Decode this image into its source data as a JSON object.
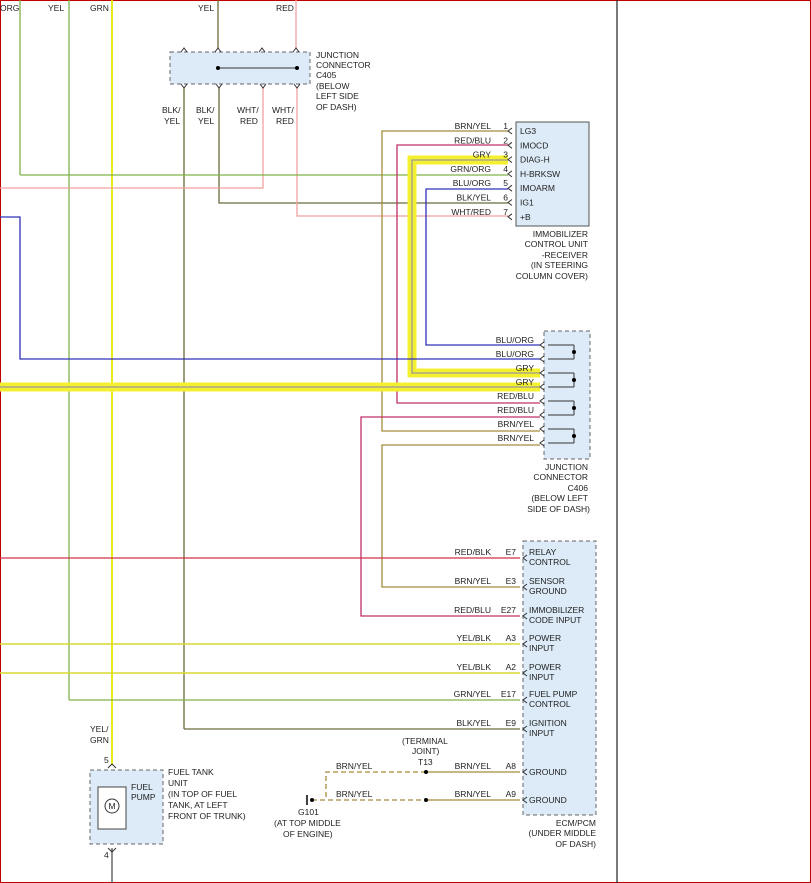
{
  "colors": {
    "frame": "#c00000",
    "yel": "#e8e800",
    "grn": "#7fb24a",
    "red": "#f2a0a0",
    "blk_yel": "#6b6b3a",
    "brn_yel": "#a38c3c",
    "red_blu": "#c0306a",
    "blu_org": "#3030b8",
    "gry": "#9a9a9a",
    "highlight": "#f4f030",
    "red_blk": "#d0304a",
    "yel_blk": "#d8d830",
    "grn_yel": "#7fb24a",
    "box_fill": "#dcebf7"
  },
  "top_labels": {
    "org": "ORG",
    "yel1": "YEL",
    "grn": "GRN",
    "yel2": "YEL",
    "red": "RED"
  },
  "c405": {
    "title": [
      "JUNCTION",
      "CONNECTOR",
      "C405",
      "(BELOW",
      "LEFT SIDE",
      "OF DASH)"
    ],
    "pin_labels": [
      [
        "BLK/",
        "YEL"
      ],
      [
        "BLK/",
        "YEL"
      ],
      [
        "WHT/",
        "RED"
      ],
      [
        "WHT/",
        "RED"
      ]
    ]
  },
  "immobilizer": {
    "title": [
      "IMMOBILIZER",
      "CONTROL UNIT",
      "-RECEIVER",
      "(IN STEERING",
      "COLUMN COVER)"
    ],
    "pins": [
      {
        "num": "1",
        "wire": "BRN/YEL",
        "name": "LG3"
      },
      {
        "num": "2",
        "wire": "RED/BLU",
        "name": "IMOCD"
      },
      {
        "num": "3",
        "wire": "GRY",
        "name": "DIAG-H"
      },
      {
        "num": "4",
        "wire": "GRN/ORG",
        "name": "H-BRKSW"
      },
      {
        "num": "5",
        "wire": "BLU/ORG",
        "name": "IMOARM"
      },
      {
        "num": "6",
        "wire": "BLK/YEL",
        "name": "IG1"
      },
      {
        "num": "7",
        "wire": "WHT/RED",
        "name": "+B"
      }
    ]
  },
  "c406": {
    "title": [
      "JUNCTION",
      "CONNECTOR",
      "C406",
      "(BELOW LEFT",
      "SIDE OF DASH)"
    ],
    "wires": [
      "BLU/ORG",
      "BLU/ORG",
      "GRY",
      "GRY",
      "RED/BLU",
      "RED/BLU",
      "BRN/YEL",
      "BRN/YEL"
    ]
  },
  "ecm": {
    "title": [
      "ECM/PCM",
      "(UNDER MIDDLE",
      "OF DASH)"
    ],
    "pins": [
      {
        "num": "E7",
        "wire": "RED/BLK",
        "name": [
          "RELAY",
          "CONTROL"
        ]
      },
      {
        "num": "E3",
        "wire": "BRN/YEL",
        "name": [
          "SENSOR",
          "GROUND"
        ]
      },
      {
        "num": "E27",
        "wire": "RED/BLU",
        "name": [
          "IMMOBILIZER",
          "CODE INPUT"
        ]
      },
      {
        "num": "A3",
        "wire": "YEL/BLK",
        "name": [
          "POWER",
          "INPUT"
        ]
      },
      {
        "num": "A2",
        "wire": "YEL/BLK",
        "name": [
          "POWER",
          "INPUT"
        ]
      },
      {
        "num": "E17",
        "wire": "GRN/YEL",
        "name": [
          "FUEL PUMP",
          "CONTROL"
        ]
      },
      {
        "num": "E9",
        "wire": "BLK/YEL",
        "name": [
          "IGNITION",
          "INPUT"
        ]
      },
      {
        "num": "A8",
        "wire": "BRN/YEL",
        "name": [
          "GROUND"
        ]
      },
      {
        "num": "A9",
        "wire": "BRN/YEL",
        "name": [
          "GROUND"
        ]
      }
    ]
  },
  "fuel_tank": {
    "title": [
      "FUEL TANK",
      "UNIT",
      "(IN TOP OF FUEL",
      "TANK, AT LEFT",
      "FRONT OF TRUNK)"
    ],
    "inner": [
      "FUEL",
      "PUMP"
    ],
    "motor": "M",
    "pin_top": "5",
    "pin_bottom": "4",
    "wire": [
      "YEL/",
      "GRN"
    ]
  },
  "ground": {
    "terminal_joint": [
      "(TERMINAL",
      "JOINT)",
      "T13"
    ],
    "g101": [
      "G101",
      "(AT TOP MIDDLE",
      "OF ENGINE)"
    ],
    "wires": [
      "BRN/YEL",
      "BRN/YEL"
    ]
  }
}
